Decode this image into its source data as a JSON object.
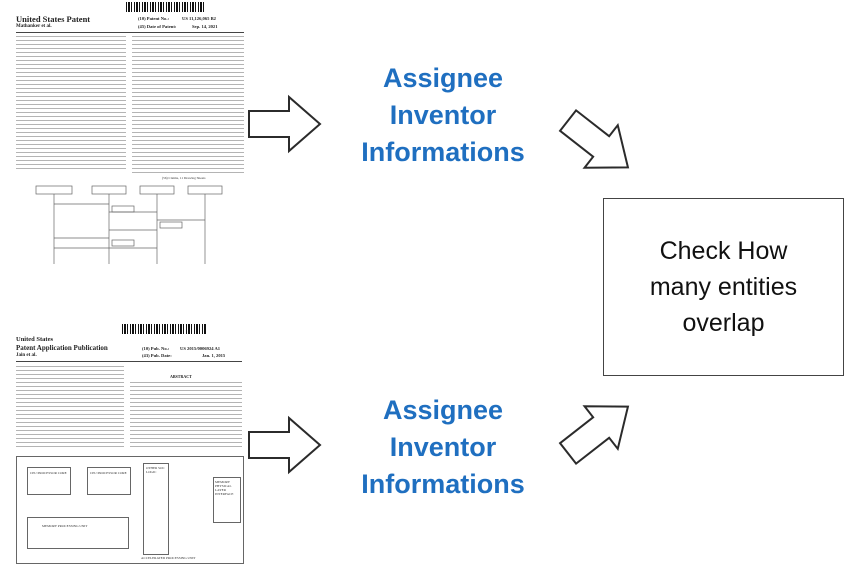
{
  "doc_top": {
    "office": "United States Patent",
    "authors": "Mathanker et al.",
    "patent_no_label": "(10) Patent No.:",
    "patent_no": "US 11,126,065 B2",
    "date_label": "(45) Date of Patent:",
    "date": "Sep. 14, 2021",
    "figure_caption": "(56) Claims, 11 Drawing Sheets"
  },
  "doc_bottom": {
    "office": "United States",
    "pub_type": "Patent Application Publication",
    "authors": "Jain et al.",
    "pub_no_label": "(10) Pub. No.:",
    "pub_no": "US 2015/0006924 A1",
    "pub_date_label": "(43) Pub. Date:",
    "pub_date": "Jan. 1, 2015",
    "abstract_heading": "ABSTRACT",
    "fig_boxes": [
      "CPU PROCESSOR CORE",
      "CPU PROCESSOR CORE",
      "MEMORY PROCESSING UNIT",
      "OTHER SOC LOGIC",
      "MEMORY PHYSICAL LAYER INTERFACE",
      "ACCELERATED PROCESSING UNIT"
    ]
  },
  "labels": {
    "top": [
      "Assignee",
      "Inventor",
      "Informations"
    ],
    "bottom": [
      "Assignee",
      "Inventor",
      "Informations"
    ]
  },
  "check_box": [
    "Check How",
    "many entities",
    "overlap"
  ],
  "colors": {
    "label": "#1f6fc0",
    "arrow_stroke": "#2b2b2b",
    "box_border": "#444444"
  }
}
